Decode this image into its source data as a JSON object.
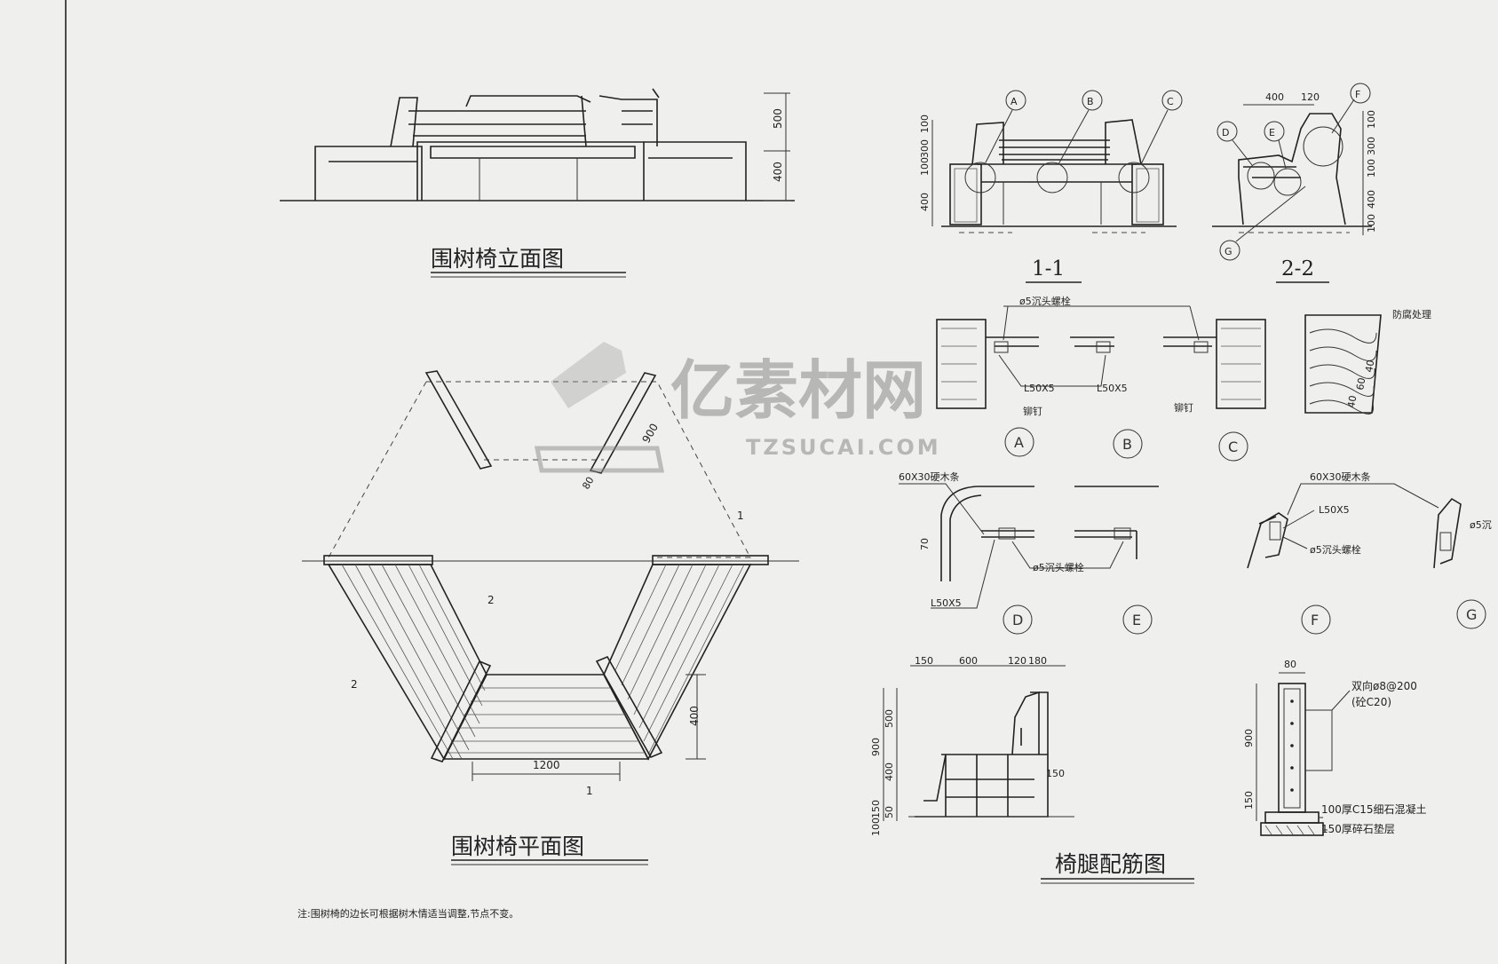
{
  "titles": {
    "elevation": "围树椅立面图",
    "plan": "围树椅平面图",
    "rebar": "椅腿配筋图",
    "section1": "1-1",
    "section2": "2-2"
  },
  "note": "注:围树椅的边长可根据树木情适当调整,节点不变。",
  "watermark": {
    "brand": "亿素材网",
    "url": "TZSUCAI.COM"
  },
  "elevation_dims": [
    "500",
    "400"
  ],
  "plan_dims": {
    "bottom": "1200",
    "side": "400",
    "slat": "900",
    "width": "80"
  },
  "section_marks": {
    "one": "1",
    "two": "2"
  },
  "section1_dims": [
    "100",
    "300",
    "100",
    "400"
  ],
  "section2_dims": {
    "top": [
      "400",
      "120"
    ],
    "right": [
      "100",
      "300",
      "100",
      "400",
      "100"
    ]
  },
  "callouts": [
    "A",
    "B",
    "C",
    "D",
    "E",
    "F",
    "G"
  ],
  "detail_labels": {
    "bolt": "ø5沉头螺栓",
    "angle": "L50X5",
    "rivet": "铆钉",
    "rivet2": "铆钉",
    "wood_strip": "60X30硬木条",
    "wood_strip2": "60X30硬木条",
    "preservative": "防腐处理",
    "d70": "70",
    "d40": "40",
    "d60": "60",
    "d40b": "40",
    "phi5": "ø5沉"
  },
  "leg_dims": {
    "top": [
      "150",
      "600",
      "120",
      "180"
    ],
    "left": [
      "900",
      "500",
      "400",
      "150",
      "100",
      "50"
    ],
    "side": "150"
  },
  "rebar": {
    "width": "80",
    "h900": "900",
    "h150": "150",
    "bars": "双向ø8@200",
    "conc": "(砼C20)",
    "base1": "100厚C15细石混凝土",
    "base2": "150厚碎石垫层"
  }
}
